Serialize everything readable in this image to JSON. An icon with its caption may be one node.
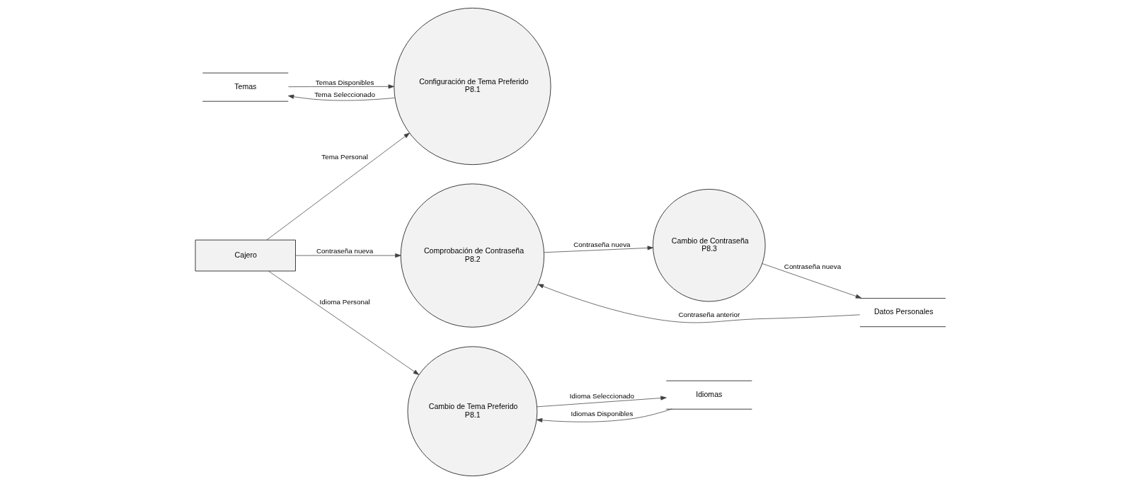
{
  "diagram": {
    "nodes": [
      {
        "text": [
          "Temas"
        ]
      },
      {
        "text": [
          "Configuración de Tema Preferido",
          "P8.1"
        ]
      },
      {
        "text": [
          "Cajero"
        ]
      },
      {
        "text": [
          "Comprobación de Contraseña",
          "P8.2"
        ]
      },
      {
        "text": [
          "Datos Personales"
        ]
      },
      {
        "text": [
          "Cambio de Contraseña",
          "P8.3"
        ]
      },
      {
        "text": [
          "Idiomas"
        ]
      },
      {
        "text": [
          "Cambio de Tema Preferido",
          "P8.1"
        ]
      }
    ],
    "edges": [
      {
        "from": 0,
        "to": 1,
        "arrow": "to",
        "label": "Temas Disponibles"
      },
      {
        "from": 1,
        "to": 0,
        "arrow": "to",
        "label": "Tema Seleccionado"
      },
      {
        "from": 2,
        "to": 1,
        "arrow": "to",
        "label": "Tema Personal"
      },
      {
        "from": 2,
        "to": 3,
        "arrow": "to",
        "label": "Contraseña nueva"
      },
      {
        "from": 4,
        "to": 3,
        "arrow": "to",
        "label": "Contraseña anterior"
      },
      {
        "from": 3,
        "to": 5,
        "arrow": "to",
        "label": "Contraseña nueva"
      },
      {
        "from": 5,
        "to": 4,
        "arrow": "to",
        "label": "Contraseña nueva"
      },
      {
        "from": 2,
        "to": 7,
        "arrow": "to",
        "label": "Idioma Personal"
      },
      {
        "from": 6,
        "to": 7,
        "arrow": "to",
        "label": "Idiomas Disponibles"
      },
      {
        "from": 7,
        "to": 6,
        "arrow": "to",
        "label": "Idioma Seleccionado"
      }
    ]
  }
}
